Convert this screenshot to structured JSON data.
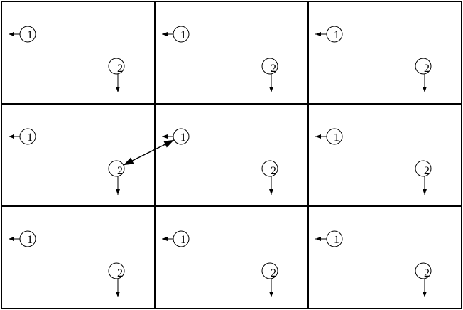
{
  "grid": {
    "rows": 3,
    "cols": 3
  },
  "node_labels": {
    "a": "1",
    "b": "2"
  },
  "link": {
    "from": {
      "row": 1,
      "col": 0,
      "node": "b"
    },
    "to": {
      "row": 1,
      "col": 1,
      "node": "a"
    },
    "bidirectional": true
  },
  "colors": {
    "line": "#000000",
    "background": "#ffffff"
  }
}
